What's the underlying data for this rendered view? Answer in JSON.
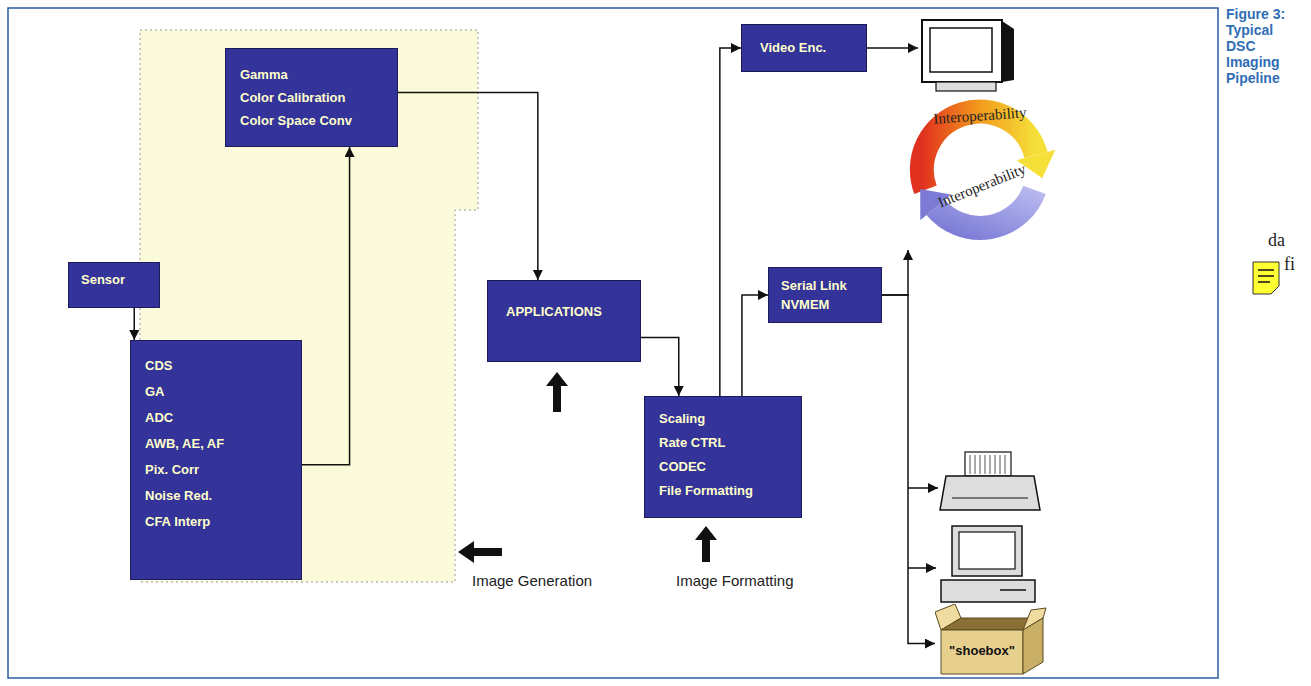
{
  "diagram": {
    "caption": "Figure 3: Typical DSC Imaging Pipeline",
    "nodes": [
      {
        "text": [
          "Gamma",
          "Color Calibration",
          "Color Space Conv"
        ]
      },
      {
        "text": [
          "Sensor"
        ]
      },
      {
        "text": [
          "CDS",
          "GA",
          "ADC",
          "AWB, AE, AF",
          "Pix. Corr",
          "Noise Red.",
          "CFA Interp"
        ]
      },
      {
        "text": [
          "APPLICATIONS"
        ]
      },
      {
        "text": [
          "Video Enc."
        ]
      },
      {
        "text": [
          "Serial Link",
          "NVMEM"
        ]
      },
      {
        "text": [
          "Scaling",
          "Rate CTRL",
          "CODEC",
          "File Formatting"
        ]
      },
      {
        "text": [
          "Interoperability",
          "Interoperability"
        ]
      },
      {
        "text": [
          "\"shoebox\""
        ]
      }
    ],
    "edges": [
      {
        "from": 1,
        "to": 2,
        "arrow": "to"
      },
      {
        "from": 2,
        "to": 0,
        "arrow": "to"
      },
      {
        "from": 0,
        "to": 3,
        "arrow": "to"
      },
      {
        "from": 3,
        "to": 6,
        "arrow": "to"
      },
      {
        "from": 6,
        "to": 4,
        "arrow": "to"
      },
      {
        "from": 6,
        "to": 5,
        "arrow": "to"
      },
      {
        "from": 5,
        "to": 7,
        "arrow": "to"
      },
      {
        "from": 5,
        "to": 8,
        "arrow": "to"
      }
    ],
    "labels": [
      "Image Generation",
      "Image Formatting",
      "da",
      "fi"
    ]
  }
}
